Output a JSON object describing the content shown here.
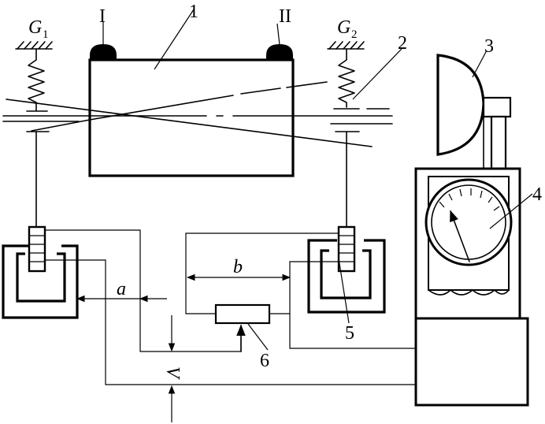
{
  "labels": {
    "part1": "1",
    "part2": "2",
    "part3": "3",
    "part4": "4",
    "part5": "5",
    "part6": "6",
    "support_I": "I",
    "support_II": "II",
    "dim_a": "a",
    "dim_b": "b",
    "dim_v": "V"
  },
  "forces": {
    "g1": {
      "symbol": "G",
      "subscript": "1"
    },
    "g2": {
      "symbol": "G",
      "subscript": "2"
    }
  }
}
